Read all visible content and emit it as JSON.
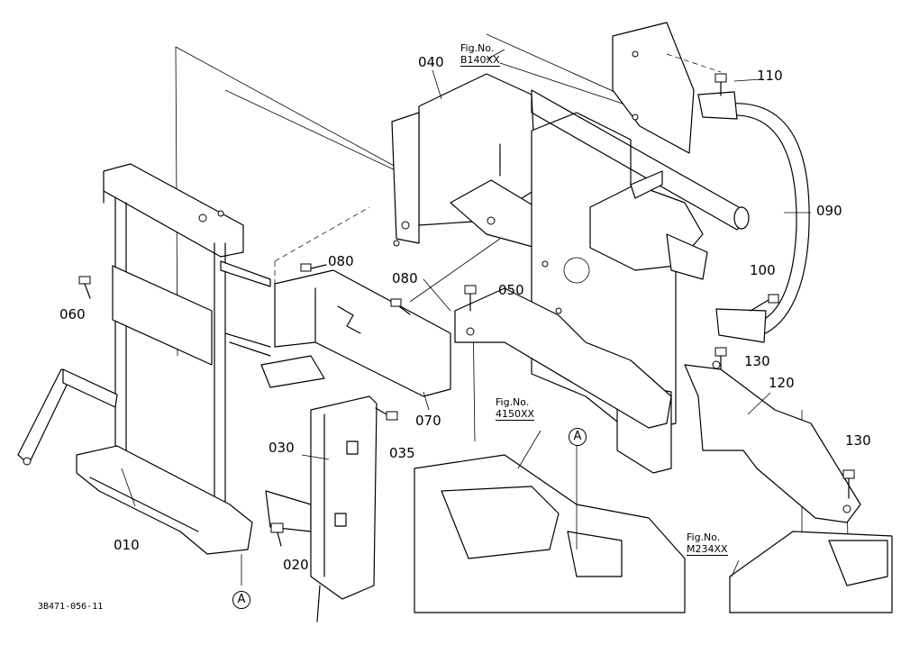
{
  "parts": {
    "p010": "010",
    "p020": "020",
    "p030": "030",
    "p035": "035",
    "p040": "040",
    "p050": "050",
    "p060": "060",
    "p070": "070",
    "p080a": "080",
    "p080b": "080",
    "p090": "090",
    "p100": "100",
    "p110": "110",
    "p120": "120",
    "p130a": "130",
    "p130b": "130"
  },
  "figures": {
    "fig1": {
      "label": "Fig.No.",
      "ref": "B140XX"
    },
    "fig2": {
      "label": "Fig.No.",
      "ref": "4150XX"
    },
    "fig3": {
      "label": "Fig.No.",
      "ref": "M234XX"
    }
  },
  "refs": {
    "a1": "A",
    "a2": "A"
  },
  "document_id": "3B471-056-11"
}
